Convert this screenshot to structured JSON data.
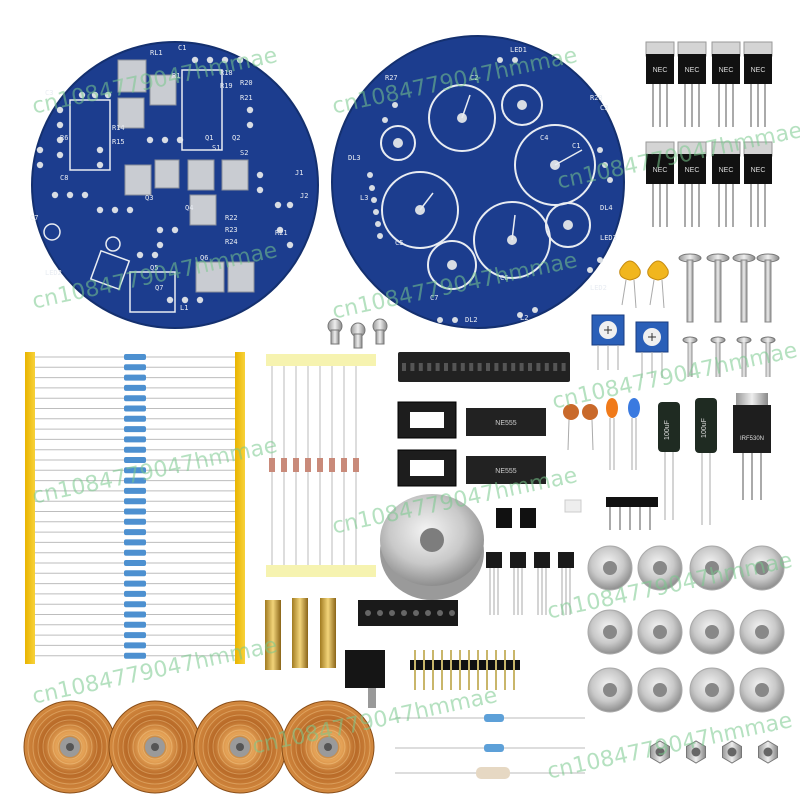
{
  "image": {
    "watermark_text": "cn1084779047hmmae",
    "board_color": "#1d3f8f",
    "pad_color": "#d8dde4",
    "coil_color": "#c8742a",
    "transistor_label": "NEC"
  },
  "board_left": {
    "silk_labels": [
      "RL1",
      "C1",
      "R1",
      "Q1",
      "S1",
      "R18",
      "R19",
      "R20",
      "R21",
      "Q2",
      "S2",
      "C7",
      "C8",
      "LED2",
      "R6",
      "R14",
      "R15",
      "Q3",
      "Q4",
      "R22",
      "R23",
      "R24",
      "Q5",
      "Q6",
      "Q7",
      "J1",
      "C3",
      "R21",
      "L1",
      "J2"
    ]
  },
  "board_right": {
    "silk_labels": [
      "LED1",
      "L2",
      "L3",
      "DL3",
      "DL4",
      "DL2",
      "C2",
      "C3",
      "C4",
      "C5",
      "C6",
      "C7",
      "R27",
      "R28",
      "LED2",
      "LED3",
      "C1"
    ]
  },
  "parts": {
    "regulator_label": "IRF530N",
    "cap_label": "100uF",
    "ic_label": "NE555"
  }
}
